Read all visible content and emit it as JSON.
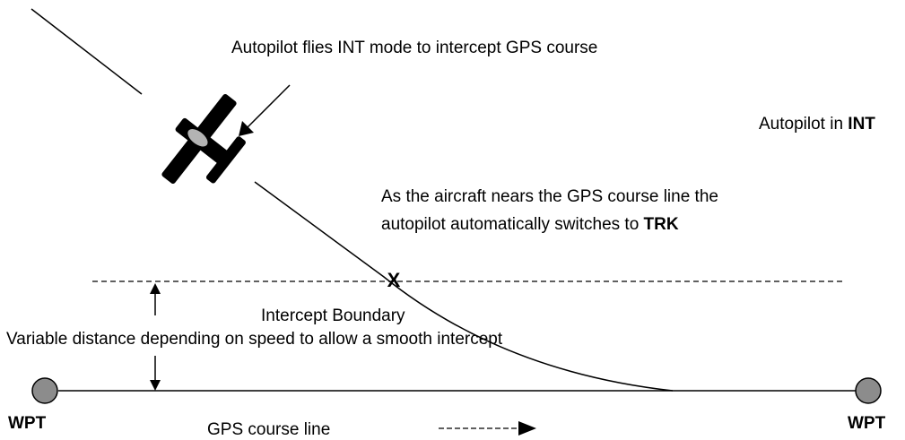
{
  "labels": {
    "int_mode": "Autopilot flies INT mode to intercept GPS course",
    "autopilot_in_prefix": "Autopilot in ",
    "autopilot_in_mode": "INT",
    "switch_line1": "As the aircraft nears the GPS course line the",
    "switch_line2_prefix": "autopilot automatically switches to ",
    "switch_mode": "TRK",
    "crossing_mark": "X",
    "boundary": "Intercept Boundary",
    "variable_distance": "Variable distance depending on speed to allow a smooth intercept",
    "waypoint_left": "WPT",
    "waypoint_right": "WPT",
    "course_line": "GPS course line"
  },
  "colors": {
    "line": "#000000",
    "waypoint_fill": "#8c8c8c",
    "aircraft_fill": "#000000",
    "canopy_fill": "#b3b3b3"
  }
}
